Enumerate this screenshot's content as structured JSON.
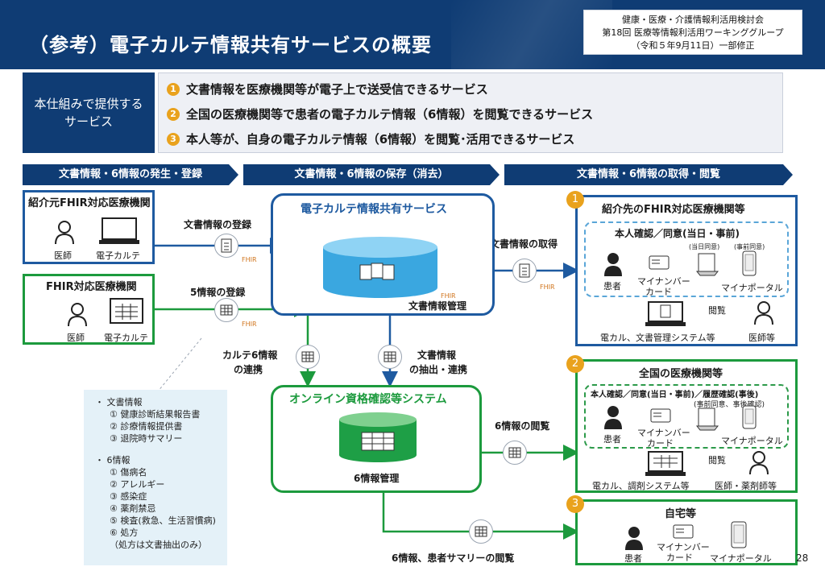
{
  "header": {
    "title": "（参考）電子カルテ情報共有サービスの概要",
    "meta_line1": "健康・医療・介護情報利活用検討会",
    "meta_line2": "第18回 医療等情報利活用ワーキンググループ",
    "meta_line3": "（令和５年9月11日）一部修正"
  },
  "provide": {
    "label_line1": "本仕組みで提供する",
    "label_line2": "サービス",
    "items": [
      {
        "num": "1",
        "text": "文書情報を医療機関等が電子上で送受信できるサービス"
      },
      {
        "num": "2",
        "text": "全国の医療機関等で患者の電子カルテ情報（6情報）を閲覧できるサービス"
      },
      {
        "num": "3",
        "text": "本人等が、自身の電子カルテ情報（6情報）を閲覧･活用できるサービス"
      }
    ]
  },
  "phases": [
    "文書情報・6情報の発生・登録",
    "文書情報・6情報の保存（消去）",
    "文書情報・6情報の取得・閲覧"
  ],
  "sources": {
    "fhir_referrer": {
      "title": "紹介元FHIR対応医療機関",
      "doctor": "医師",
      "ehr": "電子カルテ"
    },
    "fhir": {
      "title": "FHIR対応医療機関",
      "doctor": "医師",
      "ehr": "電子カルテ"
    }
  },
  "flows": {
    "doc_register": "文書情報の登録",
    "info6_register": "5情報の登録",
    "karte_link_1": "カルテ6情報",
    "karte_link_2": "の連携",
    "doc_extract_1": "文書情報",
    "doc_extract_2": "の抽出・連携",
    "doc_get": "文書情報の取得",
    "info6_view": "6情報の閲覧",
    "patient_view": "6情報、患者サマリーの閲覧",
    "fhir_tag": "FHIR"
  },
  "ehr_service": {
    "title": "電子カルテ情報共有サービス",
    "db_label": "文書情報管理"
  },
  "online_system": {
    "title": "オンライン資格確認等システム",
    "db_label": "6情報管理"
  },
  "dest1": {
    "num": "1",
    "title": "紹介先のFHIR対応医療機関等",
    "auth_title": "本人確認／同意(当日・事前)",
    "same_day": "(当日同意)",
    "advance": "(事前同意)",
    "patient": "患者",
    "card_1": "マイナンバー",
    "card_2": "カード",
    "portal": "マイナポータル",
    "view": "閲覧",
    "system": "電カル、文書管理システム等",
    "staff": "医師等"
  },
  "dest2": {
    "num": "2",
    "title": "全国の医療機関等",
    "auth_title": "本人確認／同意(当日・事前)／履歴確認(事後)",
    "advance": "(事前同意、事後確認)",
    "patient": "患者",
    "card_1": "マイナンバー",
    "card_2": "カード",
    "portal": "マイナポータル",
    "view": "閲覧",
    "system": "電カル、調剤システム等",
    "staff": "医師・薬剤師等"
  },
  "dest3": {
    "num": "3",
    "title": "自宅等",
    "patient": "患者",
    "card_1": "マイナンバー",
    "card_2": "カード",
    "portal": "マイナポータル"
  },
  "note": {
    "doc_header": "文書情報",
    "docs": [
      "① 健康診断結果報告書",
      "② 診療情報提供書",
      "③ 退院時サマリー"
    ],
    "info_header": "6情報",
    "infos": [
      "① 傷病名",
      "② アレルギー",
      "③ 感染症",
      "④ 薬剤禁忌",
      "⑤ 検査(救急、生活習慣病)",
      "⑥ 処方",
      "（処方は文書抽出のみ）"
    ]
  },
  "page_number": "28",
  "colors": {
    "navy": "#0f3c74",
    "blue": "#1e5aa0",
    "green": "#1c9a3d",
    "orange": "#e9a21d",
    "light": "#eef0f5"
  }
}
